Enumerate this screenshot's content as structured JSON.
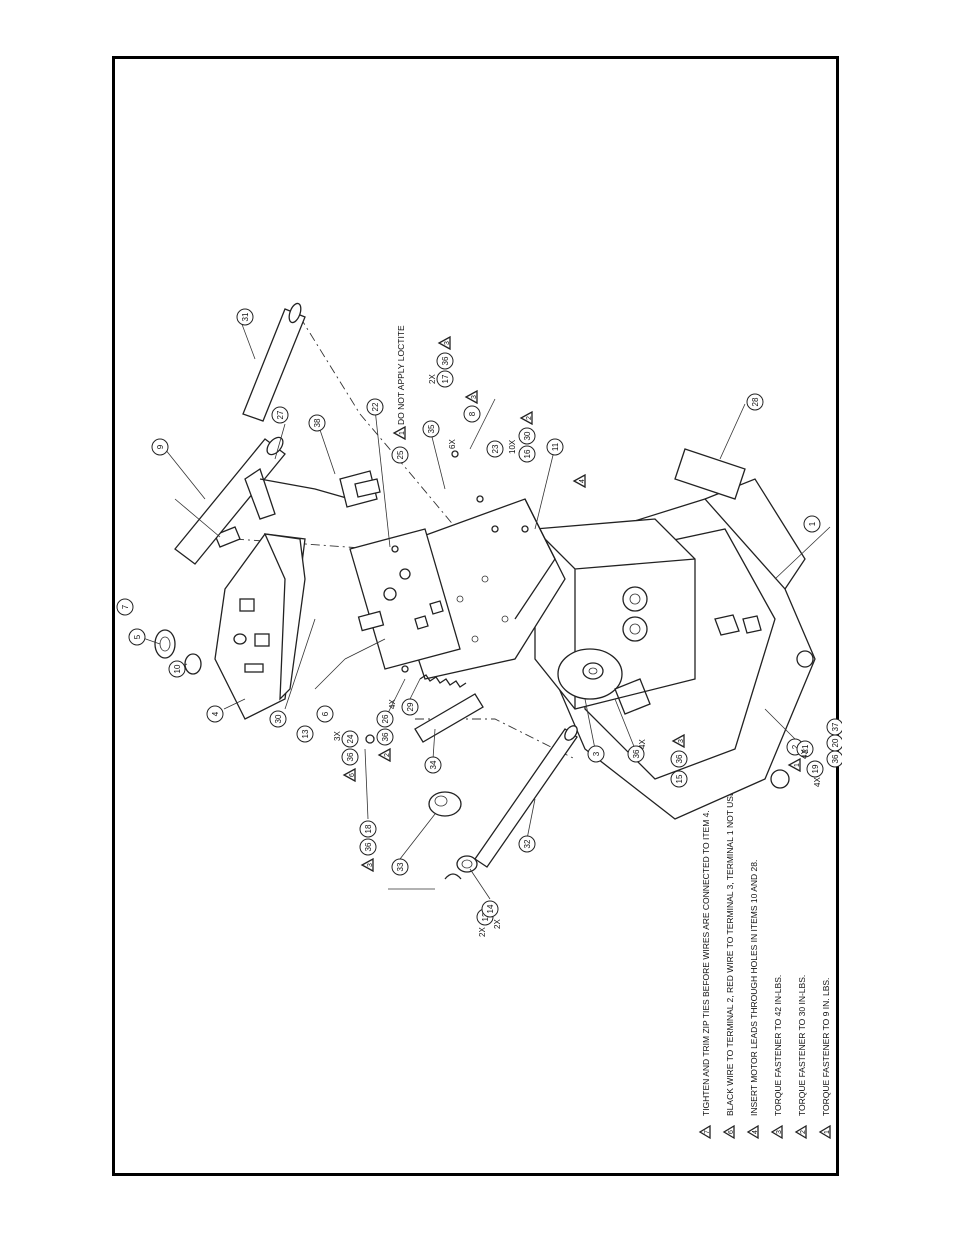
{
  "notes": [
    {
      "num": "7",
      "text": "TIGHTEN AND TRIM ZIP TIES BEFORE WIRES ARE CONNECTED TO ITEM 4."
    },
    {
      "num": "6",
      "text": "BLACK WIRE TO TERMINAL 2, RED WIRE TO TERMINAL 3, TERMINAL 1 NOT USED."
    },
    {
      "num": "4",
      "text": "INSERT MOTOR LEADS THROUGH HOLES IN  ITEMS 10 AND 28."
    },
    {
      "num": "3",
      "text": "TORQUE FASTENER TO 42 IN-LBS."
    },
    {
      "num": "2",
      "text": "TORQUE FASTENER TO 30 IN-LBS."
    },
    {
      "num": "1",
      "text": "TORQUE FASTENER TO 9 IN. LBS."
    }
  ],
  "loctite_note": "DO NOT APPLY LOCTITE",
  "quantities": {
    "q2x_a": "2X",
    "q2x_b": "2X",
    "q2x_c": "2X",
    "q3x": "3X",
    "q4x_a": "4X",
    "q4x_b": "4X",
    "q4x_c": "4X",
    "q4x_d": "4X",
    "q6x": "6X",
    "q10x": "10X"
  },
  "callouts": {
    "c1": "1",
    "c2": "2",
    "c3": "3",
    "c4": "4",
    "c5": "5",
    "c6": "6",
    "c7": "7",
    "c8": "8",
    "c9": "9",
    "c10": "10",
    "c11": "11",
    "c12": "12",
    "c13": "13",
    "c14": "14",
    "c15": "15",
    "c16": "16",
    "c17": "17",
    "c18": "18",
    "c19": "19",
    "c20": "20",
    "c21": "21",
    "c22": "22",
    "c23": "23",
    "c24": "24",
    "c25": "25",
    "c26": "26",
    "c27": "27",
    "c28": "28",
    "c29": "29",
    "c30": "30",
    "c30b": "30",
    "c31": "31",
    "c32": "32",
    "c33": "33",
    "c34": "34",
    "c35": "35",
    "c36": "36",
    "c37": "37",
    "c38": "38",
    "c36_a": "36",
    "c36_b": "36",
    "c36_c": "36",
    "c36_d": "36",
    "c36_e": "36",
    "c36_f": "36"
  },
  "note_marks": {
    "t1": "1",
    "t2a": "2",
    "t2b": "2",
    "t3a": "3",
    "t3b": "3",
    "t3c": "3",
    "t3d": "3",
    "t4": "4",
    "t6": "6"
  },
  "colors": {
    "line": "#222222",
    "border": "#000000",
    "background": "#ffffff"
  }
}
